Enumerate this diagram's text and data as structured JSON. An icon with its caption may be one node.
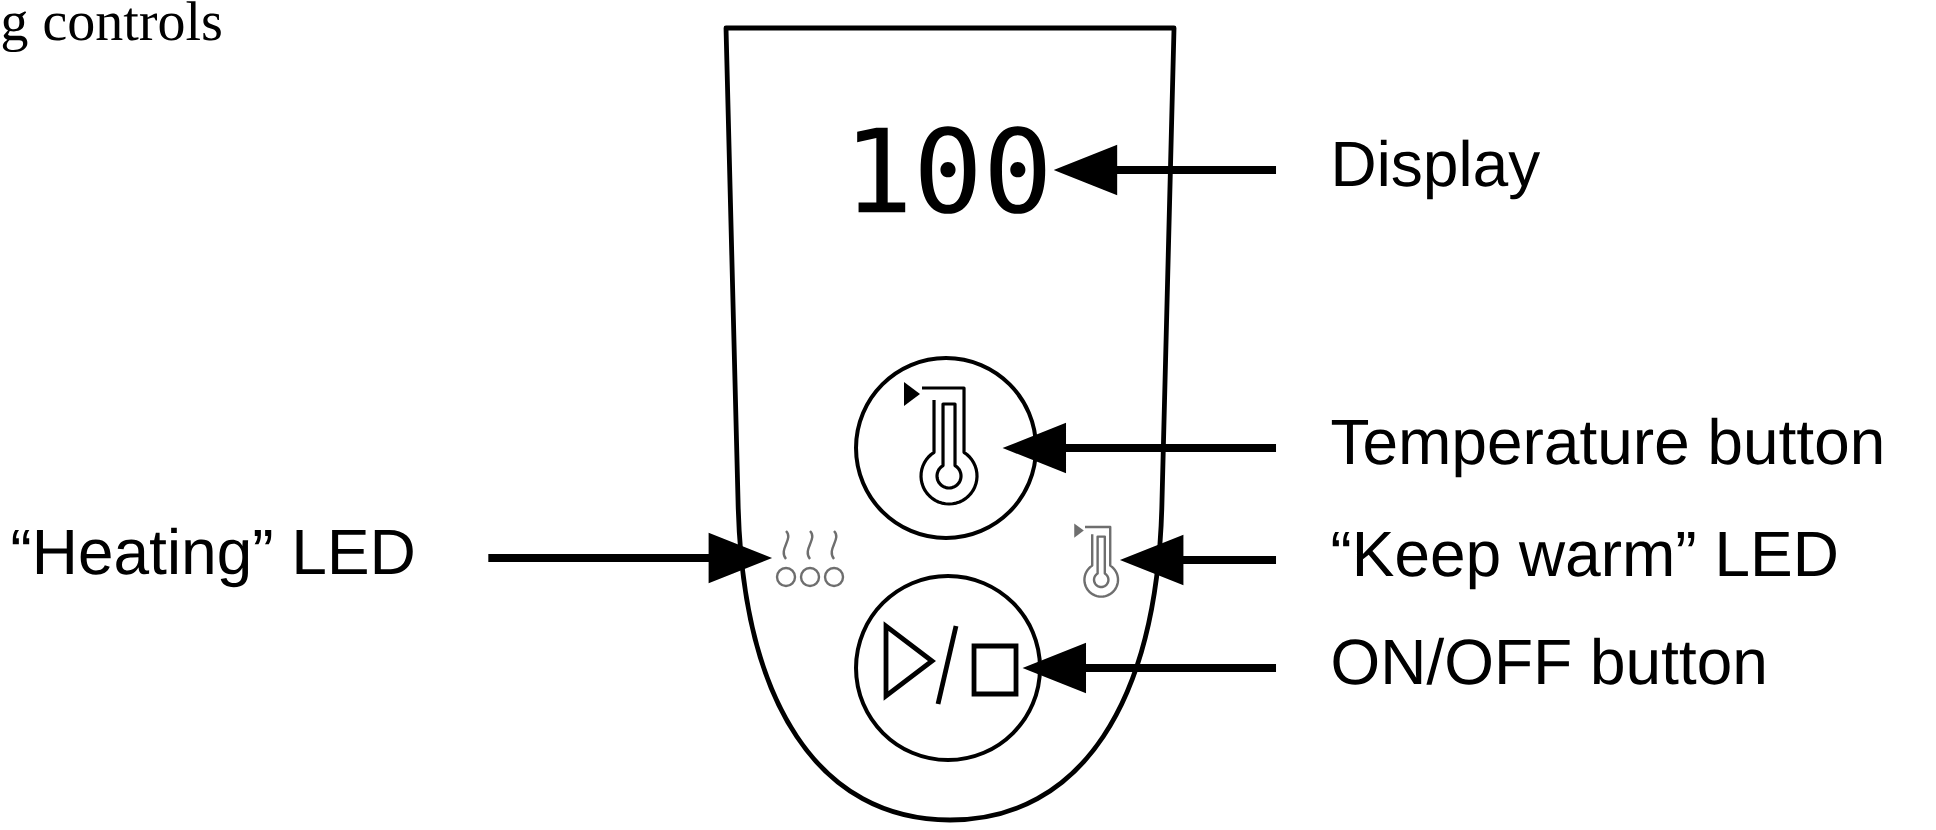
{
  "diagram": {
    "title": "g controls",
    "nodes": [
      {
        "text": [
          "100"
        ]
      },
      {
        "text": [
          "Display"
        ]
      },
      {
        "text": [],
        "shape": "circle"
      },
      {
        "text": [
          "Temperature button"
        ]
      },
      {
        "text": [
          "“Heating” LED"
        ]
      },
      {
        "text": [],
        "shape": "picture"
      },
      {
        "text": [],
        "shape": "picture"
      },
      {
        "text": [
          "“Keep warm” LED"
        ]
      },
      {
        "text": [],
        "shape": "circle"
      },
      {
        "text": [
          "ON/OFF button"
        ]
      }
    ],
    "edges": [
      {
        "from": 1,
        "to": 0,
        "arrow": "to"
      },
      {
        "from": 3,
        "to": 2,
        "arrow": "to"
      },
      {
        "from": 4,
        "to": 5,
        "arrow": "to"
      },
      {
        "from": 7,
        "to": 6,
        "arrow": "to"
      },
      {
        "from": 9,
        "to": 8,
        "arrow": "to"
      }
    ]
  }
}
